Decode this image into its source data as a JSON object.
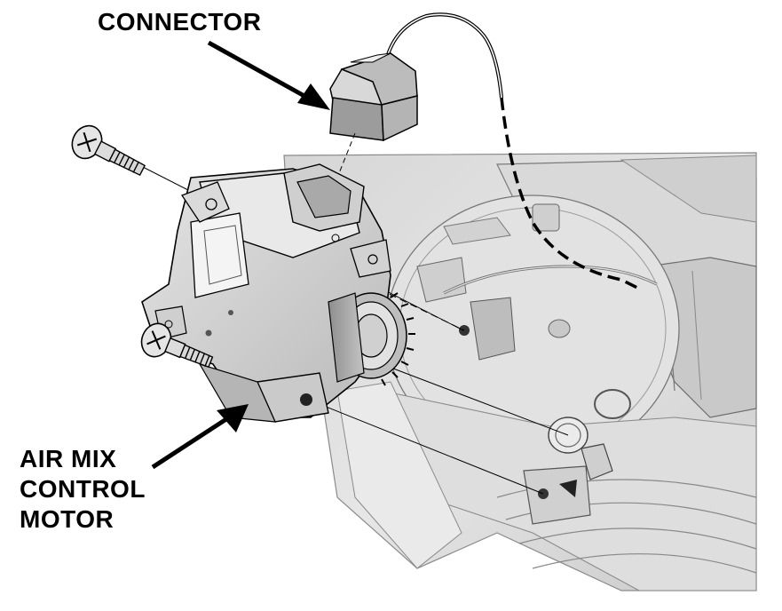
{
  "labels": {
    "connector": "CONNECTOR",
    "motor_line1": "AIR MIX",
    "motor_line2": "CONTROL",
    "motor_line3": "MOTOR"
  },
  "colors": {
    "ink": "#000000",
    "housing_light": "#e9e9e9",
    "housing_mid": "#cfcfcf",
    "housing_dark": "#9a9a9a",
    "motor_body": "#d8d8d8",
    "motor_shadow": "#a8a8a8"
  },
  "icons": {
    "arrow": "callout-arrow",
    "screw": "screw-icon",
    "connector": "connector-plug"
  }
}
